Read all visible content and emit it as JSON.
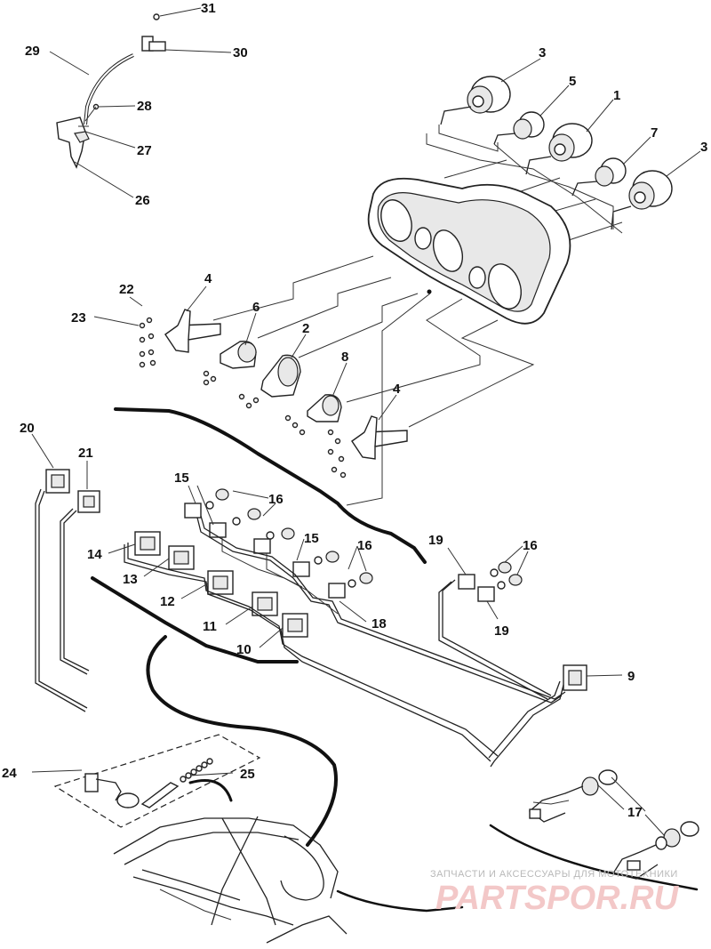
{
  "callouts": {
    "c31": "31",
    "c30": "30",
    "c29": "29",
    "c28": "28",
    "c27": "27",
    "c26": "26",
    "c3a": "3",
    "c5": "5",
    "c1": "1",
    "c7": "7",
    "c3b": "3",
    "c22": "22",
    "c4a": "4",
    "c23": "23",
    "c6": "6",
    "c2": "2",
    "c8": "8",
    "c4b": "4",
    "c20": "20",
    "c21": "21",
    "c15a": "15",
    "c16a": "16",
    "c15b": "15",
    "c16b": "16",
    "c19a": "19",
    "c16c": "16",
    "c19b": "19",
    "c14": "14",
    "c13": "13",
    "c12": "12",
    "c11": "11",
    "c10": "10",
    "c18": "18",
    "c9": "9",
    "c24": "24",
    "c25": "25",
    "c17": "17"
  },
  "watermark": {
    "caption": "ЗАПЧАСТИ И АКСЕССУАРЫ ДЛЯ МОТОТЕХНИКИ",
    "logo_text": "PARTSPOR.RU"
  }
}
